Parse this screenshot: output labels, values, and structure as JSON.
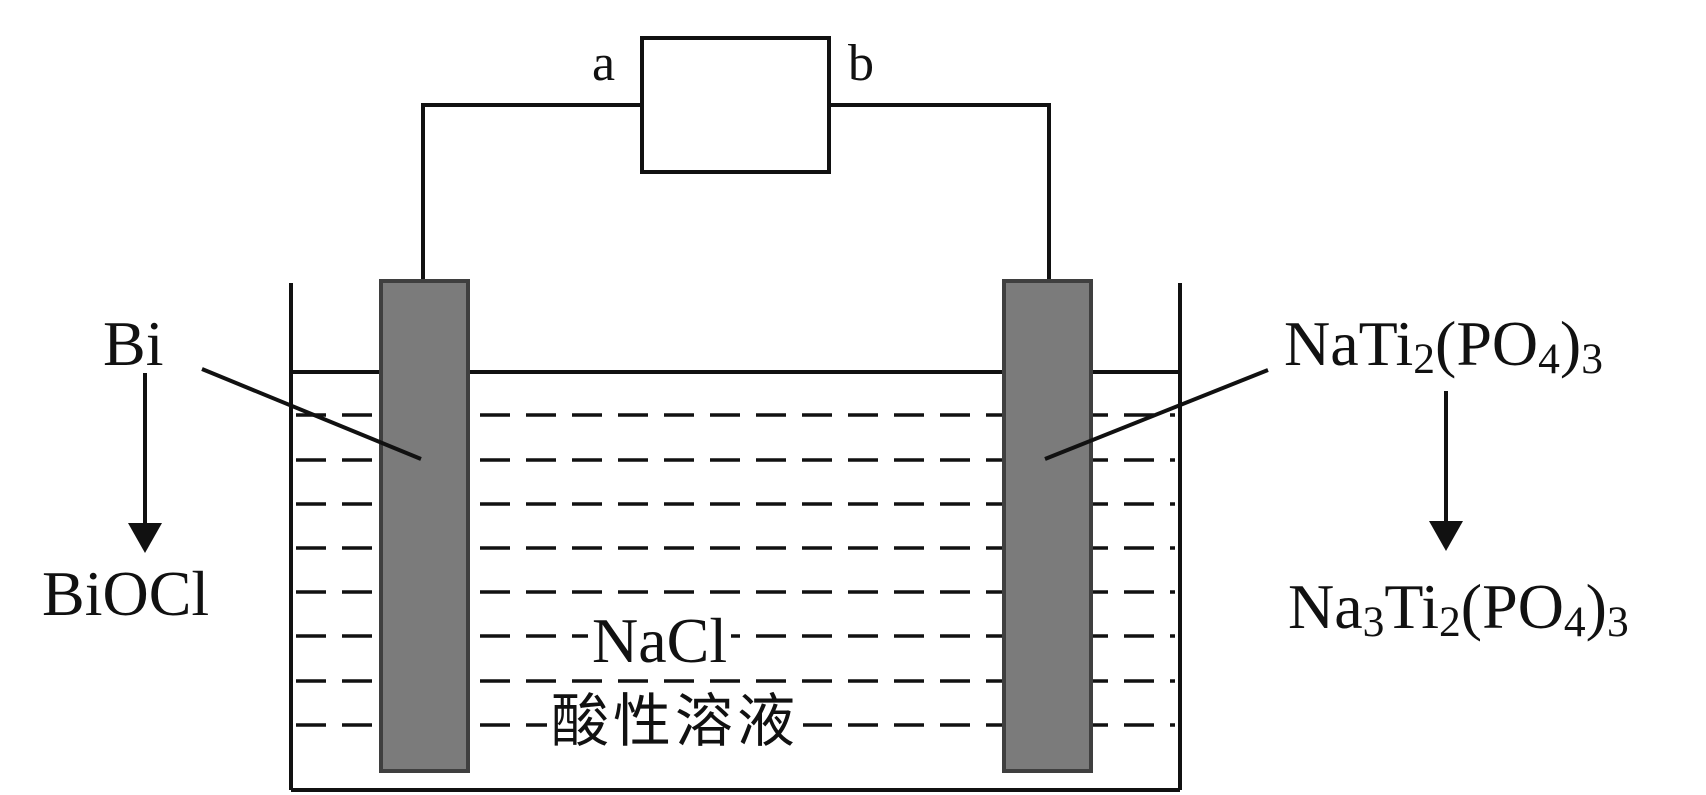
{
  "circuit": {
    "terminal_a": "a",
    "terminal_b": "b"
  },
  "left_electrode": {
    "material": "Bi",
    "product": "BiOCl"
  },
  "right_electrode": {
    "material": {
      "prefix": "NaTi",
      "sub1": "2",
      "mid": "(PO",
      "sub2": "4",
      "close": ")",
      "sub3": "3"
    },
    "product": {
      "prefix": "Na",
      "sub0": "3",
      "mid0": "Ti",
      "sub1": "2",
      "mid": "(PO",
      "sub2": "4",
      "close": ")",
      "sub3": "3"
    }
  },
  "electrolyte": {
    "formula": "NaCl",
    "description": "酸性溶液"
  },
  "colors": {
    "line": "#111111",
    "electrode_fill": "#7b7b7b",
    "electrode_border": "#3f3f3f",
    "background": "#ffffff"
  }
}
